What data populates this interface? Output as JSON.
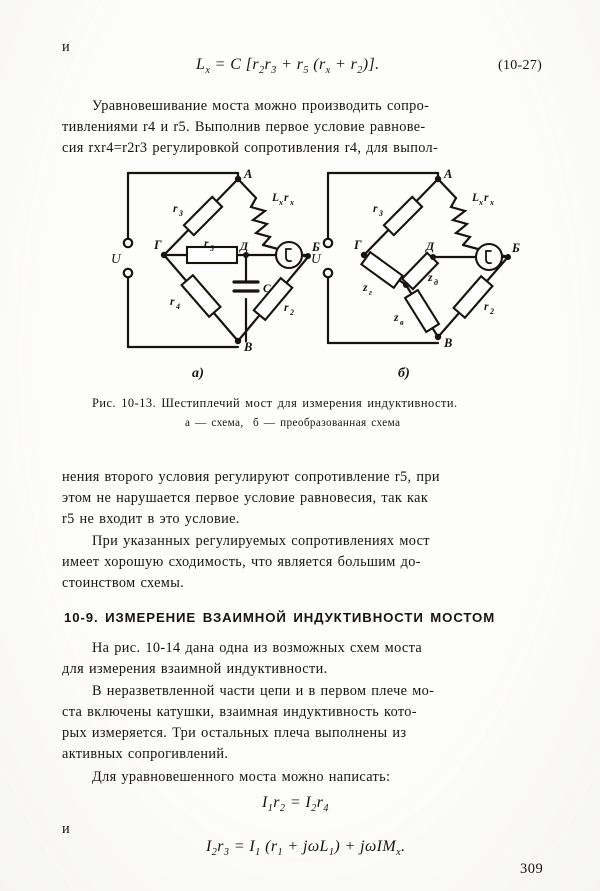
{
  "page": {
    "folio": "309",
    "lead_conjunction": "и",
    "mid_conjunction": "и"
  },
  "equations": {
    "eq_10_27": {
      "number": "(10-27)",
      "text": "L<sub>x</sub> = C [r<sub>2</sub>r<sub>3</sub> + r<sub>5</sub> (r<sub>x</sub> + r<sub>2</sub>)].",
      "plain": "Lx = C [r2r3 + r5 (rx + r2)]."
    },
    "eq_balance_1": {
      "text": "I<sub>1</sub>r<sub>2</sub> = I<sub>2</sub>r<sub>4</sub>",
      "plain": "I1r2 = I2r4"
    },
    "eq_balance_2": {
      "text": "I<sub>2</sub>r<sub>3</sub> = I<sub>1</sub> (r<sub>1</sub> + j&omega;L<sub>1</sub>) + j&omega;IM<sub>x</sub>.",
      "plain": "I2r3 = I1 (r1 + jωL1) + jωIMx."
    }
  },
  "paragraphs": {
    "p1": [
      "Уравновешивание моста можно производить сопро-",
      "тивлениями r4 и r5. Выполнив первое условие равнове-",
      "сия rxr4=r2r3 регулировкой сопротивления r4, для выпол-"
    ],
    "p2": [
      "нения второго условия регулируют сопротивление r5, при",
      "этом не нарушается первое условие равновесия, так как",
      "r5 не входит в это условие."
    ],
    "p3": [
      "При указанных регулируемых сопротивлениях мост",
      "имеет хорошую сходимость, что является большим до-",
      "стоинством схемы."
    ],
    "p4": [
      "На рис. 10-14 дана одна из возможных схем моста",
      "для измерения взаимной индуктивности."
    ],
    "p5": [
      "В неразветвленной части цепи и в первом плече мо-",
      "ста включены катушки, взаимная индуктивность кото-",
      "рых измеряется. Три остальных плеча выполнены из",
      "активных сопрогивлений."
    ],
    "p6": [
      "Для уравновешенного моста можно написать:"
    ]
  },
  "section": {
    "number": "10-9.",
    "title": "ИЗМЕРЕНИЕ ВЗАИМНОЙ ИНДУКТИВНОСТИ МОСТОМ",
    "full": "10-9. ИЗМЕРЕНИЕ ВЗАИМНОЙ ИНДУКТИВНОСТИ МОСТОМ"
  },
  "figure": {
    "caption_main": "Рис. 10-13. Шестиплечий мост для измерения индуктивности.",
    "caption_sub": "а — схема,  б — преобразованная схема",
    "label_a": "а)",
    "label_b": "б)",
    "diagram_a": {
      "nodes": [
        "A",
        "Б",
        "В",
        "Г",
        "Д"
      ],
      "source_label": "U",
      "components": [
        {
          "name": "r3",
          "label": "r3",
          "kind": "resistor",
          "branch": "Г–A"
        },
        {
          "name": "Lx rx",
          "label": "Lxrx",
          "kind": "inductor",
          "branch": "A–Б"
        },
        {
          "name": "r5",
          "label": "r5",
          "kind": "resistor",
          "branch": "Г–Д"
        },
        {
          "name": "r4",
          "label": "r4",
          "kind": "resistor",
          "branch": "Г–В"
        },
        {
          "name": "r2",
          "label": "r2",
          "kind": "resistor",
          "branch": "В–Б"
        },
        {
          "name": "C",
          "label": "C",
          "kind": "capacitor",
          "branch": "Д–В"
        },
        {
          "name": "detector",
          "label": "Г",
          "kind": "galvanometer",
          "branch": "Д–Б"
        }
      ]
    },
    "diagram_b": {
      "nodes": [
        "A",
        "Б",
        "В",
        "Г",
        "Д"
      ],
      "source_label": "U",
      "components": [
        {
          "name": "r3",
          "label": "r3",
          "kind": "resistor",
          "branch": "Г–A"
        },
        {
          "name": "Lx rx",
          "label": "Lxrx",
          "kind": "inductor",
          "branch": "A–Б"
        },
        {
          "name": "z Г",
          "label": "zг",
          "kind": "impedance",
          "branch": "Г–node"
        },
        {
          "name": "z Д",
          "label": "zд",
          "kind": "impedance",
          "branch": "node–Д"
        },
        {
          "name": "z В",
          "label": "zв",
          "kind": "impedance",
          "branch": "node–В"
        },
        {
          "name": "r2",
          "label": "r2",
          "kind": "resistor",
          "branch": "В–Б"
        },
        {
          "name": "detector",
          "label": "Г",
          "kind": "galvanometer",
          "branch": "Д–Б"
        }
      ]
    }
  },
  "colors": {
    "ink": "#17140f",
    "paper": "#fdfdfb"
  }
}
